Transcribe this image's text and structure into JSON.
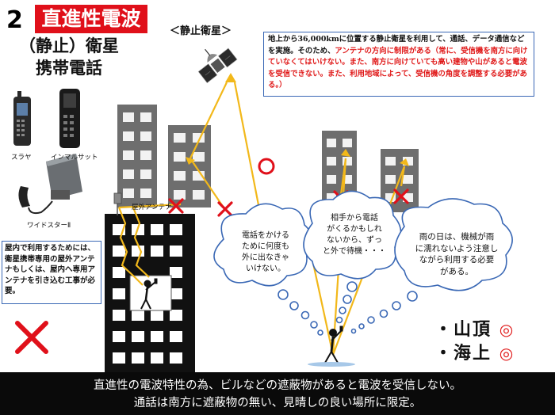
{
  "header": {
    "number": "2",
    "title": "直進性電波",
    "subtitle_line1": "（静止）衛星",
    "subtitle_line2": "携帯電話"
  },
  "satellite": {
    "label": "＜静止衛星＞"
  },
  "top_note": {
    "part1": "地上から36,000kmに位置する静止衛星を利用して、通話、データ通信などを実施。そのため、",
    "part2_red": "アンテナの方向に制限がある（常に、受信機を南方に向けていなくてはいけない。また、南方に向けていても高い建物や山があると電波を受信できない。また、利用地域によって、受信機の角度を調整する必要がある。）"
  },
  "phones": {
    "label1": "スラヤ",
    "label2": "インマルサット",
    "label3": "ワイドスターⅡ"
  },
  "left_note": "屋内で利用するためには、衛星携帯専用の屋外アンテナもしくは、屋内へ専用アンテナを引き込む工事が必要。",
  "roof_antenna_label": "屋外アンテナ",
  "bubble_left": {
    "line1": "電話をかける",
    "line2": "ために何度も",
    "line3": "外に出なきゃ",
    "line4": "いけない。"
  },
  "bubble_mid": {
    "line1": "相手から電話",
    "line2": "がくるかもしれ",
    "line3": "ないから、ずっ",
    "line4": "と外で待機・・・"
  },
  "bubble_right": {
    "line1": "雨の日は、機械が雨",
    "line2": "に濡れないよう注意し",
    "line3": "ながら利用する必要",
    "line4": "がある。"
  },
  "locations": [
    {
      "text": "・山頂",
      "mark": "◎"
    },
    {
      "text": "・海上",
      "mark": "◎"
    }
  ],
  "bottom": {
    "line1": "直進性の電波特性の為、ビルなどの遮蔽物があると電波を受信しない。",
    "line2": "通話は南方に遮蔽物の無い、見晴しの良い場所に限定。"
  },
  "colors": {
    "title_bg": "#e0101a",
    "ray": "#f2b81a",
    "cross": "#e0101a",
    "circle": "#e0101a",
    "building_gray": "#6e6e6e",
    "building_dark": "#111111",
    "note_border": "#3a68b5",
    "bottom_bg": "#0a0a0a"
  }
}
